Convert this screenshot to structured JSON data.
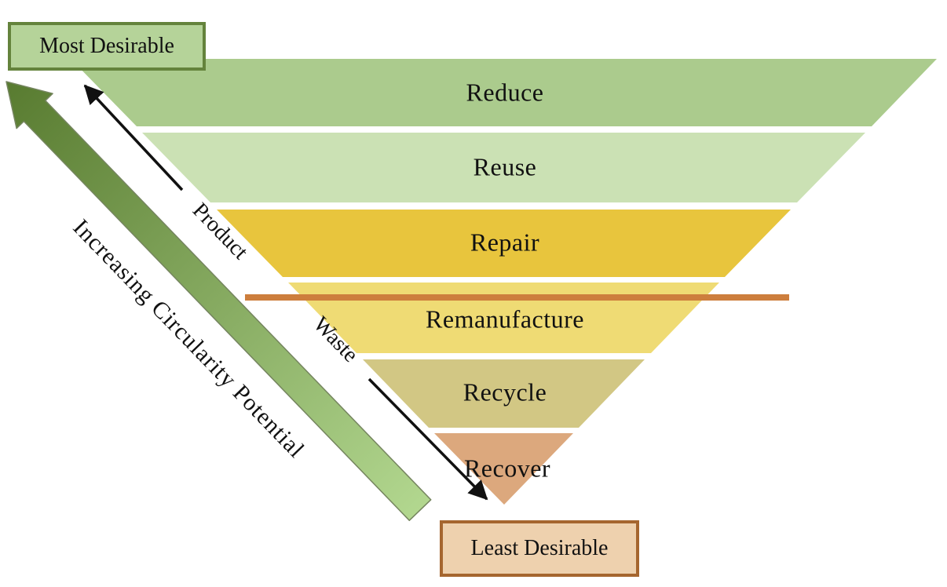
{
  "diagram": {
    "type": "inverted-pyramid-hierarchy",
    "levels": [
      {
        "label": "Reduce",
        "color": "#abcb8d"
      },
      {
        "label": "Reuse",
        "color": "#cbe1b4"
      },
      {
        "label": "Repair",
        "color": "#e8c53d"
      },
      {
        "label": "Remanufacture",
        "color": "#efdb74"
      },
      {
        "label": "Recycle",
        "color": "#d2c784"
      },
      {
        "label": "Recover",
        "color": "#dca87d"
      }
    ],
    "most_desirable": {
      "label": "Most Desirable",
      "fill": "#b5d399",
      "border": "#64833c"
    },
    "least_desirable": {
      "label": "Least Desirable",
      "fill": "#eed1ae",
      "border": "#a5662f"
    },
    "axis_arrow": {
      "label": "Increasing Circularity Potential",
      "gradient_start": "#587b30",
      "gradient_end": "#b2d78f",
      "outline": "#75855f"
    },
    "product_label": "Product",
    "waste_label": "Waste",
    "divider_line": {
      "color": "#cd7e3d"
    },
    "arrow_color": "#111111"
  }
}
